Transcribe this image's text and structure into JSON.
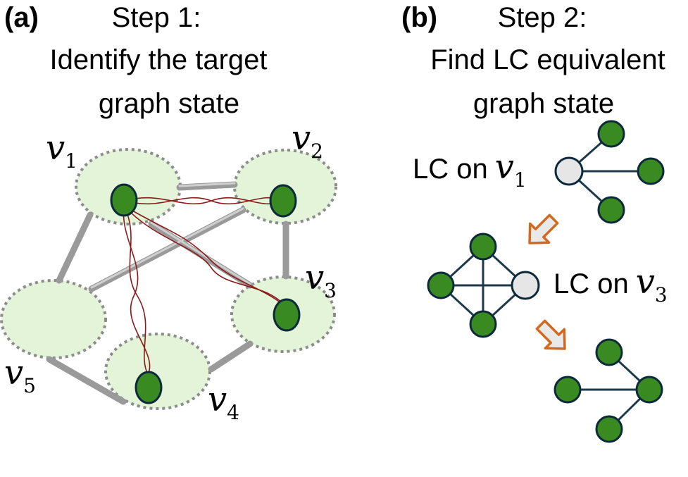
{
  "panel_a": {
    "label": "(a)",
    "title_lines": [
      "Step 1:",
      "Identify the target",
      "graph state"
    ],
    "vertices": [
      {
        "name": "v",
        "sub": "1"
      },
      {
        "name": "v",
        "sub": "2"
      },
      {
        "name": "v",
        "sub": "3"
      },
      {
        "name": "v",
        "sub": "4"
      },
      {
        "name": "v",
        "sub": "5"
      }
    ]
  },
  "panel_b": {
    "label": "(b)",
    "title_lines": [
      "Step 2:",
      "Find LC equivalent",
      "graph state"
    ],
    "operations": [
      {
        "text": "LC on",
        "vertex": "v",
        "sub": "1"
      },
      {
        "text": "LC on",
        "vertex": "v",
        "sub": "3"
      }
    ]
  },
  "colors": {
    "node_green": "#3a8a22",
    "node_gray": "#e6e6e6",
    "cloud_fill": "#e3f4d8",
    "arrow_outline": "#d2691e",
    "entanglement": "#8b1a1a"
  }
}
